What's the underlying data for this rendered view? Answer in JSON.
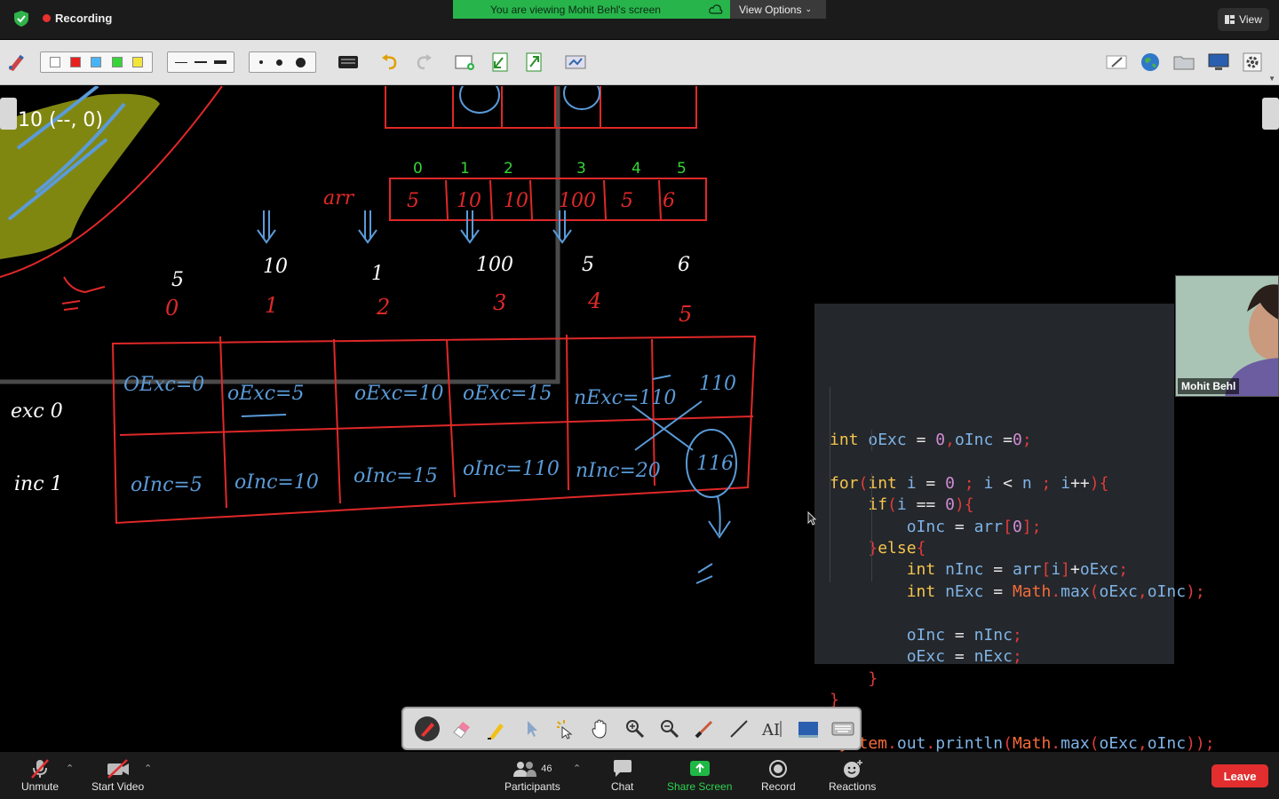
{
  "topbar": {
    "recording_label": "Recording",
    "viewing_banner": "You are viewing Mohit Behl's screen",
    "view_options_label": "View Options",
    "view_button_label": "View"
  },
  "annotation_toolbar": {
    "colors": [
      "#ffffff",
      "#e62020",
      "#49b4f5",
      "#37d437",
      "#f2e53a"
    ],
    "right_icons": [
      "edit-pencil-icon",
      "globe-icon",
      "folder-icon",
      "monitor-icon",
      "settings-icon"
    ]
  },
  "whiteboard": {
    "index_labels": [
      "0",
      "1",
      "2",
      "3",
      "4",
      "5"
    ],
    "arr_label": "arr",
    "arr_values": [
      "5",
      "10",
      "10",
      "100",
      "5",
      "6"
    ],
    "dp_values": [
      "5",
      "10",
      "1",
      "100",
      "5",
      "6"
    ],
    "dp_indices": [
      "0",
      "1",
      "2",
      "3",
      "4",
      "5"
    ],
    "row_labels": [
      "exc 0",
      "inc 1"
    ],
    "exc_row": [
      "OExc=0",
      "oExc=5",
      "oExc=10",
      "oExc=15",
      "nExc=110",
      "110"
    ],
    "inc_row": [
      "oInc=5",
      "oInc=10",
      "oInc=15",
      "oInc=110",
      "nInc=20",
      "116"
    ],
    "left_label": "10 (--, 0)"
  },
  "code": {
    "lines": [
      "int oExc = 0,oInc =0;",
      "",
      "for(int i = 0 ; i < n ; i++){",
      "    if(i == 0){",
      "        oInc = arr[0];",
      "    }else{",
      "        int nInc = arr[i]+oExc;",
      "        int nExc = Math.max(oExc,oInc);",
      "",
      "        oInc = nInc;",
      "        oExc = nExc;",
      "    }",
      "}",
      "",
      "System.out.println(Math.max(oExc,oInc));"
    ]
  },
  "video": {
    "participant_name": "Mohit Behl"
  },
  "drawing_toolbar": {
    "tools": [
      "pen-icon",
      "eraser-icon",
      "highlighter-icon",
      "pointer-icon",
      "magic-pointer-icon",
      "hand-icon",
      "zoom-in-icon",
      "zoom-out-icon",
      "brush-icon",
      "line-icon",
      "text-icon",
      "shape-icon",
      "keyboard-icon"
    ]
  },
  "bottombar": {
    "unmute_label": "Unmute",
    "start_video_label": "Start Video",
    "participants_label": "Participants",
    "participants_count": "46",
    "chat_label": "Chat",
    "share_screen_label": "Share Screen",
    "record_label": "Record",
    "reactions_label": "Reactions",
    "leave_label": "Leave"
  }
}
